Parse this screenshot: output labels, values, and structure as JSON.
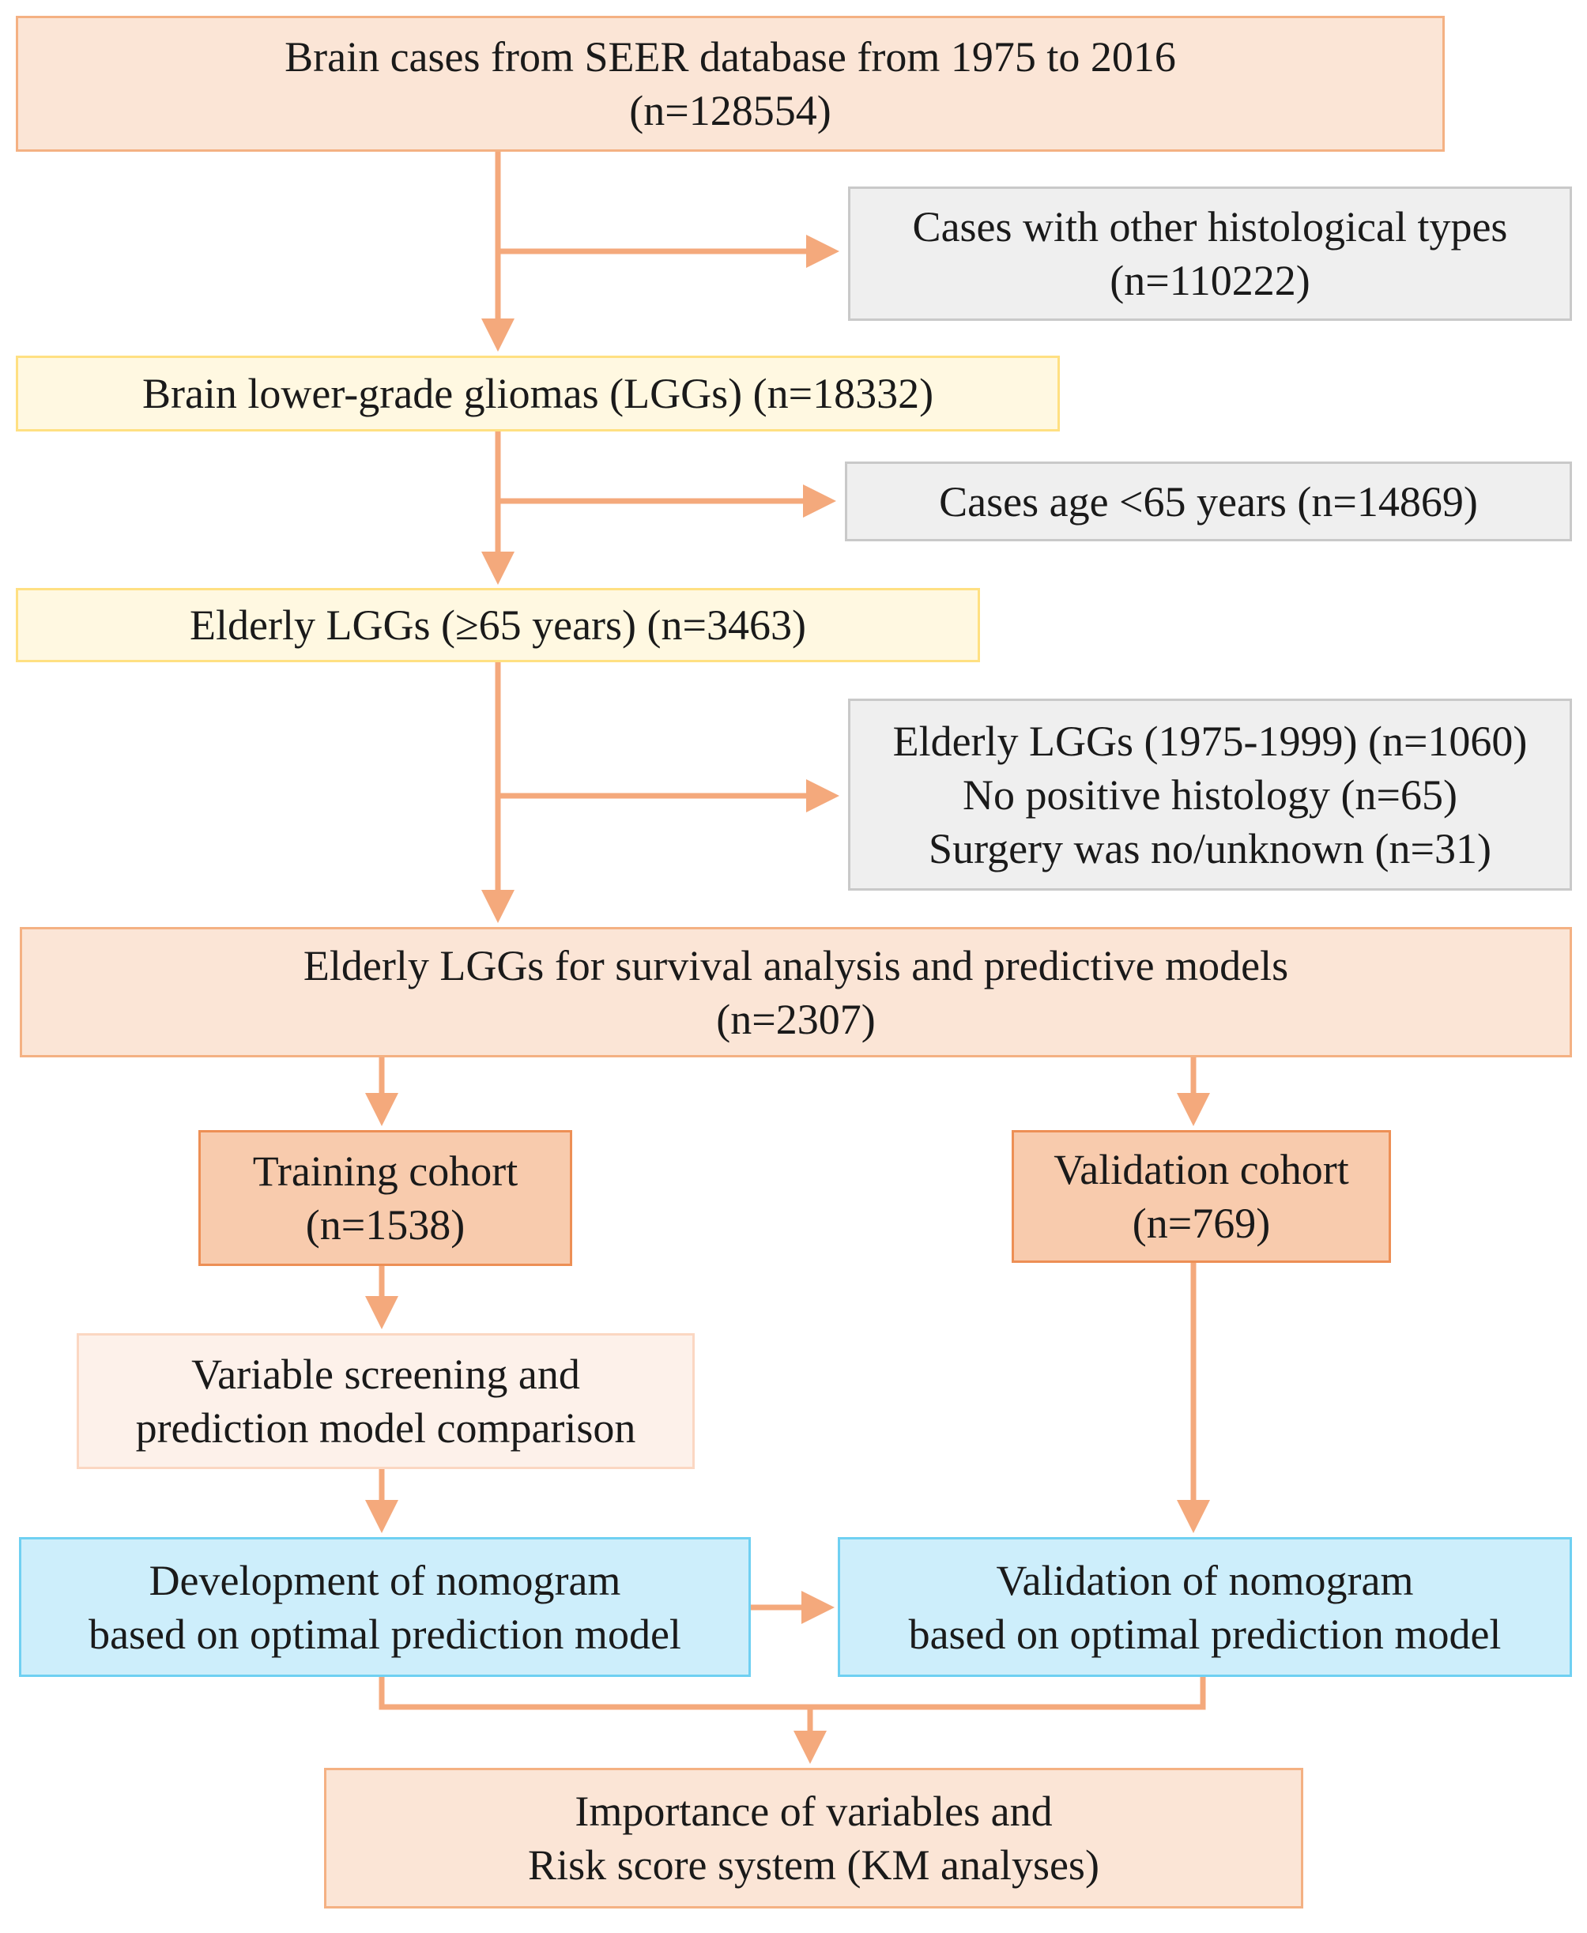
{
  "colors": {
    "arrow": "#f4a97c",
    "peach_fill": "#fbe5d6",
    "grey_fill": "#efefef",
    "yellow_fill": "#fff8e1",
    "orange_fill": "#f8cbad",
    "blue_fill": "#cdeefb"
  },
  "boxes": {
    "seer": {
      "line1": "Brain cases from SEER database from 1975 to 2016",
      "line2": "(n=128554)"
    },
    "excl_histology": {
      "line1": "Cases with other histological types",
      "line2": "(n=110222)"
    },
    "lgg": {
      "line1": "Brain lower-grade gliomas (LGGs) (n=18332)"
    },
    "excl_age": {
      "line1": "Cases age <65 years (n=14869)"
    },
    "elderly": {
      "line1": "Elderly LGGs (≥65 years) (n=3463)"
    },
    "excl_other": {
      "line1": "Elderly LGGs (1975-1999) (n=1060)",
      "line2": "No positive histology (n=65)",
      "line3": "Surgery was no/unknown (n=31)"
    },
    "final": {
      "line1": "Elderly LGGs for survival analysis and predictive models",
      "line2": "(n=2307)"
    },
    "training": {
      "line1": "Training cohort",
      "line2": "(n=1538)"
    },
    "validation": {
      "line1": "Validation cohort",
      "line2": "(n=769)"
    },
    "screening": {
      "line1": "Variable screening and",
      "line2": "prediction model comparison"
    },
    "development": {
      "line1": "Development of nomogram",
      "line2": "based on optimal prediction model"
    },
    "validation_nomogram": {
      "line1": "Validation of nomogram",
      "line2": "based on optimal prediction model"
    },
    "importance": {
      "line1": "Importance of variables and",
      "line2": "Risk score system (KM analyses)"
    }
  }
}
